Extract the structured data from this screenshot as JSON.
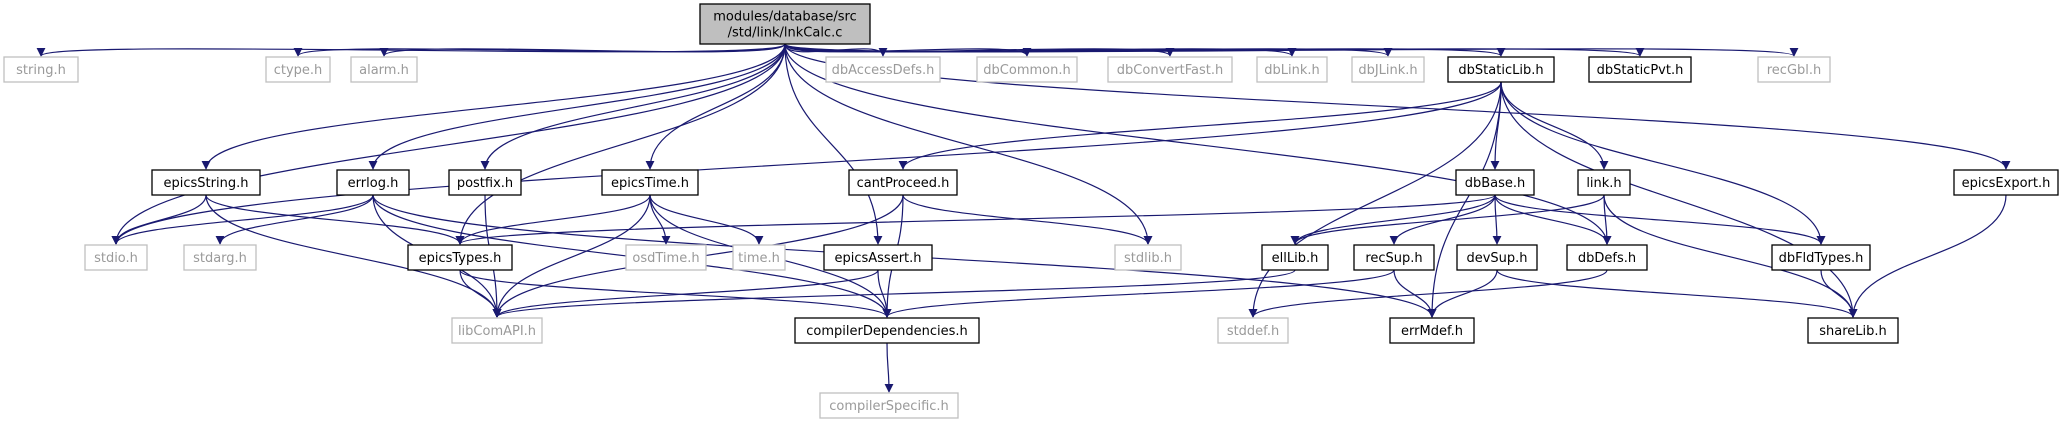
{
  "colors": {
    "edge": "#191970",
    "documented_border": "#000000",
    "undocumented_border": "#bfbfbf",
    "undocumented_text": "#9a9a9a",
    "root_fill": "#bfbfbf"
  },
  "nodes": [
    {
      "id": "root",
      "lines": [
        "modules/database/src",
        "/std/link/lnkCalc.c"
      ],
      "kind": "root"
    },
    {
      "id": "string_h",
      "lines": [
        "string.h"
      ],
      "kind": "missing"
    },
    {
      "id": "stdio_h",
      "lines": [
        "stdio.h"
      ],
      "kind": "missing"
    },
    {
      "id": "epicsString_h",
      "lines": [
        "epicsString.h"
      ],
      "kind": "primary"
    },
    {
      "id": "ctype_h",
      "lines": [
        "ctype.h"
      ],
      "kind": "missing"
    },
    {
      "id": "alarm_h",
      "lines": [
        "alarm.h"
      ],
      "kind": "missing"
    },
    {
      "id": "errlog_h",
      "lines": [
        "errlog.h"
      ],
      "kind": "primary"
    },
    {
      "id": "postfix_h",
      "lines": [
        "postfix.h"
      ],
      "kind": "primary"
    },
    {
      "id": "epicsTime_h",
      "lines": [
        "epicsTime.h"
      ],
      "kind": "primary"
    },
    {
      "id": "cantProceed_h",
      "lines": [
        "cantProceed.h"
      ],
      "kind": "primary"
    },
    {
      "id": "epicsAssert_h",
      "lines": [
        "epicsAssert.h"
      ],
      "kind": "primary"
    },
    {
      "id": "dbAccessDefs_h",
      "lines": [
        "dbAccessDefs.h"
      ],
      "kind": "missing"
    },
    {
      "id": "dbCommon_h",
      "lines": [
        "dbCommon.h"
      ],
      "kind": "missing"
    },
    {
      "id": "dbConvertFast_h",
      "lines": [
        "dbConvertFast.h"
      ],
      "kind": "missing"
    },
    {
      "id": "dbLink_h",
      "lines": [
        "dbLink.h"
      ],
      "kind": "missing"
    },
    {
      "id": "dbJLink_h",
      "lines": [
        "dbJLink.h"
      ],
      "kind": "missing"
    },
    {
      "id": "dbStaticLib_h",
      "lines": [
        "dbStaticLib.h"
      ],
      "kind": "primary"
    },
    {
      "id": "dbStaticPvt_h",
      "lines": [
        "dbStaticPvt.h"
      ],
      "kind": "primary"
    },
    {
      "id": "recGbl_h",
      "lines": [
        "recGbl.h"
      ],
      "kind": "missing"
    },
    {
      "id": "epicsExport_h",
      "lines": [
        "epicsExport.h"
      ],
      "kind": "primary"
    },
    {
      "id": "stdarg_h",
      "lines": [
        "stdarg.h"
      ],
      "kind": "missing"
    },
    {
      "id": "epicsTypes_h",
      "lines": [
        "epicsTypes.h"
      ],
      "kind": "primary"
    },
    {
      "id": "osdTime_h",
      "lines": [
        "osdTime.h"
      ],
      "kind": "missing"
    },
    {
      "id": "time_h",
      "lines": [
        "time.h"
      ],
      "kind": "missing"
    },
    {
      "id": "stdlib_h",
      "lines": [
        "stdlib.h"
      ],
      "kind": "missing"
    },
    {
      "id": "dbBase_h",
      "lines": [
        "dbBase.h"
      ],
      "kind": "primary"
    },
    {
      "id": "link_h",
      "lines": [
        "link.h"
      ],
      "kind": "primary"
    },
    {
      "id": "ellLib_h",
      "lines": [
        "ellLib.h"
      ],
      "kind": "primary"
    },
    {
      "id": "recSup_h",
      "lines": [
        "recSup.h"
      ],
      "kind": "primary"
    },
    {
      "id": "devSup_h",
      "lines": [
        "devSup.h"
      ],
      "kind": "primary"
    },
    {
      "id": "dbDefs_h",
      "lines": [
        "dbDefs.h"
      ],
      "kind": "primary"
    },
    {
      "id": "dbFldTypes_h",
      "lines": [
        "dbFldTypes.h"
      ],
      "kind": "primary"
    },
    {
      "id": "libComAPI_h",
      "lines": [
        "libComAPI.h"
      ],
      "kind": "missing"
    },
    {
      "id": "compilerDependencies_h",
      "lines": [
        "compilerDependencies.h"
      ],
      "kind": "primary"
    },
    {
      "id": "stddef_h",
      "lines": [
        "stddef.h"
      ],
      "kind": "missing"
    },
    {
      "id": "errMdef_h",
      "lines": [
        "errMdef.h"
      ],
      "kind": "primary"
    },
    {
      "id": "shareLib_h",
      "lines": [
        "shareLib.h"
      ],
      "kind": "primary"
    },
    {
      "id": "compilerSpecific_h",
      "lines": [
        "compilerSpecific.h"
      ],
      "kind": "missing"
    }
  ],
  "edges": [
    [
      "root",
      "string_h"
    ],
    [
      "root",
      "stdio_h"
    ],
    [
      "root",
      "epicsString_h"
    ],
    [
      "root",
      "ctype_h"
    ],
    [
      "root",
      "alarm_h"
    ],
    [
      "root",
      "errlog_h"
    ],
    [
      "root",
      "postfix_h"
    ],
    [
      "root",
      "epicsTypes_h"
    ],
    [
      "root",
      "epicsTime_h"
    ],
    [
      "root",
      "epicsAssert_h"
    ],
    [
      "root",
      "stdlib_h"
    ],
    [
      "root",
      "dbAccessDefs_h"
    ],
    [
      "root",
      "dbCommon_h"
    ],
    [
      "root",
      "dbConvertFast_h"
    ],
    [
      "root",
      "dbLink_h"
    ],
    [
      "root",
      "dbJLink_h"
    ],
    [
      "root",
      "dbStaticLib_h"
    ],
    [
      "root",
      "dbStaticPvt_h"
    ],
    [
      "root",
      "dbDefs_h"
    ],
    [
      "root",
      "recGbl_h"
    ],
    [
      "root",
      "epicsExport_h"
    ],
    [
      "epicsString_h",
      "stdio_h"
    ],
    [
      "epicsString_h",
      "epicsTypes_h"
    ],
    [
      "epicsString_h",
      "libComAPI_h"
    ],
    [
      "errlog_h",
      "stdio_h"
    ],
    [
      "errlog_h",
      "stdarg_h"
    ],
    [
      "errlog_h",
      "libComAPI_h"
    ],
    [
      "errlog_h",
      "compilerDependencies_h"
    ],
    [
      "errlog_h",
      "errMdef_h"
    ],
    [
      "postfix_h",
      "libComAPI_h"
    ],
    [
      "epicsTime_h",
      "epicsTypes_h"
    ],
    [
      "epicsTime_h",
      "osdTime_h"
    ],
    [
      "epicsTime_h",
      "time_h"
    ],
    [
      "epicsTime_h",
      "libComAPI_h"
    ],
    [
      "epicsTime_h",
      "compilerDependencies_h"
    ],
    [
      "cantProceed_h",
      "stdlib_h"
    ],
    [
      "cantProceed_h",
      "libComAPI_h"
    ],
    [
      "cantProceed_h",
      "compilerDependencies_h"
    ],
    [
      "epicsAssert_h",
      "libComAPI_h"
    ],
    [
      "epicsAssert_h",
      "compilerDependencies_h"
    ],
    [
      "epicsTypes_h",
      "libComAPI_h"
    ],
    [
      "epicsTypes_h",
      "compilerDependencies_h"
    ],
    [
      "dbStaticLib_h",
      "stdio_h"
    ],
    [
      "dbStaticLib_h",
      "cantProceed_h"
    ],
    [
      "dbStaticLib_h",
      "stddef_h"
    ],
    [
      "dbStaticLib_h",
      "dbBase_h"
    ],
    [
      "dbStaticLib_h",
      "link_h"
    ],
    [
      "dbStaticLib_h",
      "dbFldTypes_h"
    ],
    [
      "dbStaticLib_h",
      "errMdef_h"
    ],
    [
      "dbStaticLib_h",
      "shareLib_h"
    ],
    [
      "dbBase_h",
      "epicsTypes_h"
    ],
    [
      "dbBase_h",
      "ellLib_h"
    ],
    [
      "dbBase_h",
      "recSup_h"
    ],
    [
      "dbBase_h",
      "devSup_h"
    ],
    [
      "dbBase_h",
      "dbDefs_h"
    ],
    [
      "dbBase_h",
      "dbFldTypes_h"
    ],
    [
      "link_h",
      "ellLib_h"
    ],
    [
      "link_h",
      "dbDefs_h"
    ],
    [
      "link_h",
      "shareLib_h"
    ],
    [
      "ellLib_h",
      "libComAPI_h"
    ],
    [
      "recSup_h",
      "compilerDependencies_h"
    ],
    [
      "recSup_h",
      "errMdef_h"
    ],
    [
      "devSup_h",
      "errMdef_h"
    ],
    [
      "devSup_h",
      "shareLib_h"
    ],
    [
      "dbDefs_h",
      "stddef_h"
    ],
    [
      "dbFldTypes_h",
      "shareLib_h"
    ],
    [
      "epicsExport_h",
      "shareLib_h"
    ],
    [
      "compilerDependencies_h",
      "compilerSpecific_h"
    ]
  ]
}
